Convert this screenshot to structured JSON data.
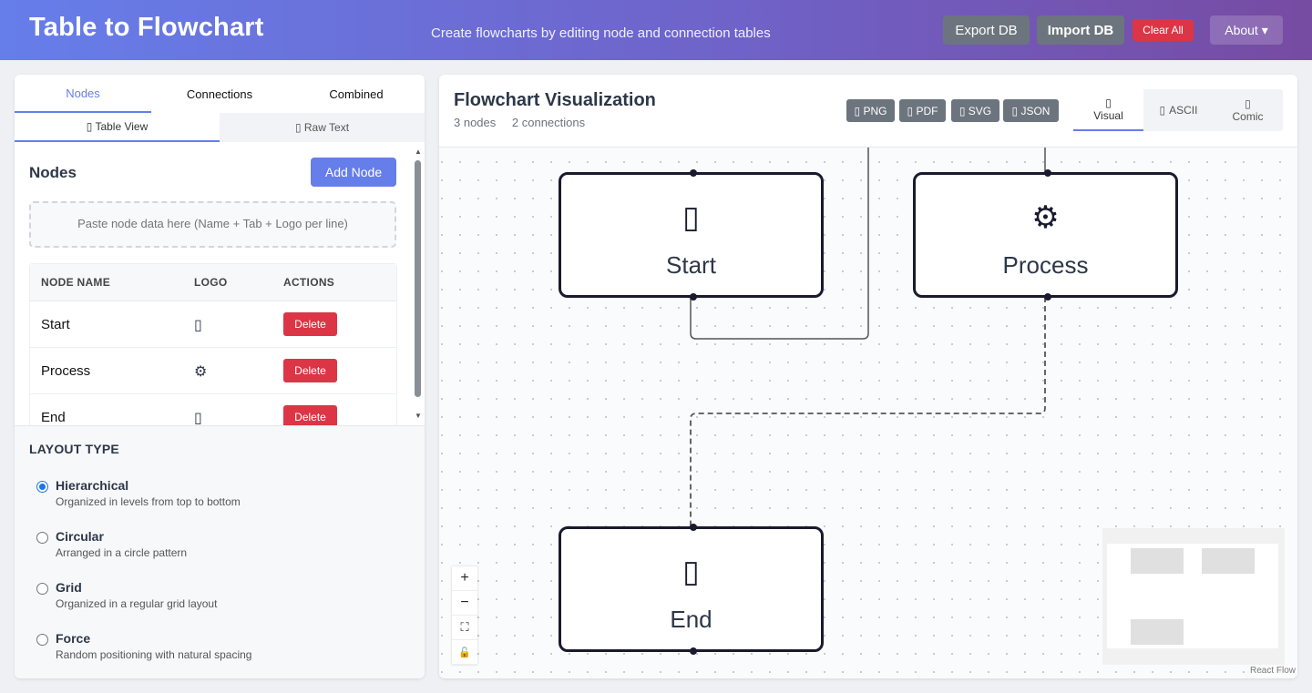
{
  "header": {
    "title": "Table to Flowchart",
    "subtitle": "Create flowcharts by editing node and connection tables",
    "export_label": "Export DB",
    "import_label": "Import DB",
    "clear_label": "Clear All",
    "about_label": "About ▾"
  },
  "left": {
    "tabs": [
      "Nodes",
      "Connections",
      "Combined"
    ],
    "subtabs": [
      "▯ Table View",
      "▯ Raw Text"
    ],
    "section_title": "Nodes",
    "add_label": "Add Node",
    "paste_placeholder": "Paste node data here (Name + Tab + Logo per line)",
    "columns": [
      "NODE NAME",
      "LOGO",
      "ACTIONS"
    ],
    "rows": [
      {
        "name": "Start",
        "logo": "▯",
        "action": "Delete"
      },
      {
        "name": "Process",
        "logo": "⚙",
        "action": "Delete"
      },
      {
        "name": "End",
        "logo": "▯",
        "action": "Delete"
      }
    ],
    "layout": {
      "title": "LAYOUT TYPE",
      "selected": "Hierarchical",
      "options": [
        {
          "label": "Hierarchical",
          "desc": "Organized in levels from top to bottom"
        },
        {
          "label": "Circular",
          "desc": "Arranged in a circle pattern"
        },
        {
          "label": "Grid",
          "desc": "Organized in a regular grid layout"
        },
        {
          "label": "Force",
          "desc": "Random positioning with natural spacing"
        }
      ]
    }
  },
  "viz": {
    "title": "Flowchart Visualization",
    "node_count": "3 nodes",
    "connection_count": "2 connections",
    "exports": [
      "▯ PNG",
      "▯ PDF",
      "▯ SVG",
      "▯ JSON"
    ],
    "views": [
      {
        "icon": "▯",
        "label": "Visual"
      },
      {
        "icon": "▯",
        "label": "ASCII"
      },
      {
        "icon": "▯",
        "label": "Comic"
      }
    ],
    "nodes": [
      {
        "label": "Start",
        "logo": "▯"
      },
      {
        "label": "Process",
        "logo": "⚙"
      },
      {
        "label": "End",
        "logo": "▯"
      }
    ],
    "controls": [
      "+",
      "−",
      "⛶",
      "🔓"
    ],
    "attribution": "React Flow"
  },
  "colors": {
    "accent": "#667eea",
    "danger": "#dc3545",
    "secondary": "#6c757d",
    "node_border": "#1a1a2e"
  }
}
